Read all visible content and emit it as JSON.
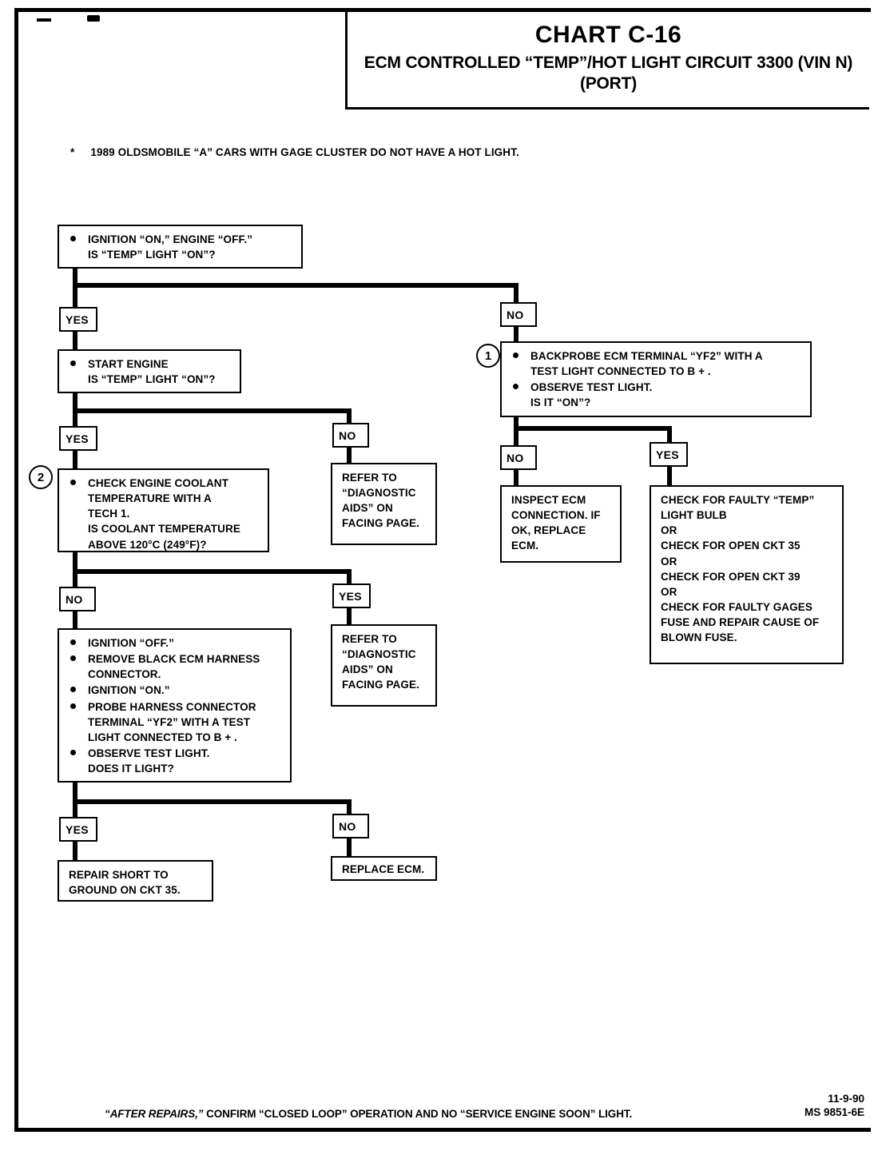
{
  "title": {
    "chart_number": "CHART C-16",
    "chart_title_line1": "ECM CONTROLLED “TEMP”/HOT LIGHT CIRCUIT",
    "chart_title_line2": "3300  (VIN N) (PORT)"
  },
  "footnote": {
    "marker": "*",
    "text": "1989 OLDSMOBILE “A” CARS WITH GAGE CLUSTER DO NOT HAVE A HOT LIGHT."
  },
  "boxes": {
    "b1_ignition_on": {
      "lines": [
        "IGNITION “ON,” ENGINE “OFF.”",
        "IS “TEMP” LIGHT “ON”?"
      ]
    },
    "b2_start_engine": {
      "lines": [
        "START ENGINE",
        "IS “TEMP” LIGHT “ON”?"
      ]
    },
    "b3_backprobe": {
      "ref": "1",
      "bullet1": [
        "BACKPROBE ECM TERMINAL “YF2” WITH A",
        "TEST LIGHT CONNECTED TO B + ."
      ],
      "bullet2": [
        "OBSERVE TEST LIGHT.",
        "IS IT “ON”?"
      ]
    },
    "b4_coolant": {
      "ref": "2",
      "lines": [
        "CHECK ENGINE COOLANT",
        "TEMPERATURE WITH A",
        "TECH 1.",
        "IS COOLANT TEMPERATURE",
        "ABOVE 120°C (249°F)?"
      ]
    },
    "b5_refer_upper": {
      "lines": [
        "REFER TO",
        "“DIAGNOSTIC",
        "AIDS” ON",
        "FACING PAGE."
      ]
    },
    "b6_inspect_ecm": {
      "lines": [
        "INSPECT ECM",
        "CONNECTION. IF",
        "OK, REPLACE",
        "ECM."
      ]
    },
    "b7_check_faulty": {
      "lines": [
        "CHECK FOR FAULTY “TEMP”",
        "LIGHT BULB",
        "OR",
        "CHECK FOR OPEN CKT 35",
        "OR",
        "CHECK FOR OPEN CKT 39",
        "OR",
        "CHECK FOR FAULTY GAGES",
        "FUSE AND REPAIR CAUSE OF",
        "BLOWN FUSE."
      ]
    },
    "b8_harness": {
      "bullet1": [
        "IGNITION “OFF.”"
      ],
      "bullet2": [
        "REMOVE BLACK ECM HARNESS",
        "CONNECTOR."
      ],
      "bullet3": [
        "IGNITION “ON.”"
      ],
      "bullet4": [
        "PROBE HARNESS CONNECTOR",
        "TERMINAL “YF2” WITH A TEST",
        "LIGHT CONNECTED TO B + ."
      ],
      "bullet5": [
        "OBSERVE TEST LIGHT.",
        "DOES IT LIGHT?"
      ]
    },
    "b9_refer_lower": {
      "lines": [
        "REFER TO",
        "“DIAGNOSTIC",
        "AIDS” ON",
        "FACING PAGE."
      ]
    },
    "b10_repair_short": {
      "lines": [
        "REPAIR SHORT TO",
        "GROUND ON CKT 35."
      ]
    },
    "b11_replace_ecm": {
      "lines": [
        "REPLACE ECM."
      ]
    }
  },
  "branch_labels": {
    "yes1": "YES",
    "no1": "NO",
    "yes2": "YES",
    "no2": "NO",
    "no3": "NO",
    "yes3": "YES",
    "no4": "NO",
    "yes4": "YES",
    "yes5": "YES",
    "no5": "NO"
  },
  "footer": {
    "note_prefix": "“AFTER REPAIRS,”",
    "note_rest": " CONFIRM “CLOSED LOOP” OPERATION AND NO “SERVICE ENGINE SOON” LIGHT.",
    "date": "11-9-90",
    "doc_number": "MS 9851-6E"
  }
}
